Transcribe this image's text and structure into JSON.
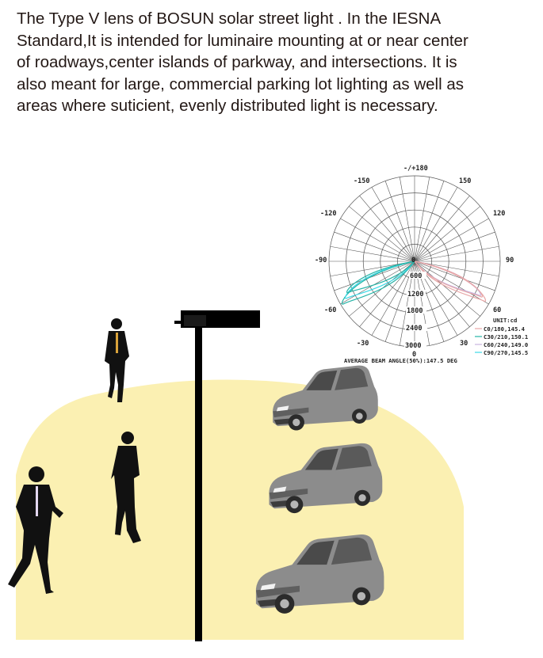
{
  "description": {
    "lines": [
      "The Type V lens of BOSUN solar  street light . In the IESNA",
      "Standard,It is intended for luminaire mounting at or near center",
      "of  roadways,center islands of parkway, and intersections. It is",
      "also meant  for large, commercial parking lot lighting as well as",
      "areas where suticient,  evenly distributed light is necessary."
    ]
  },
  "polar_chart": {
    "angle_labels": {
      "top": "-/+180",
      "n150": "-150",
      "p150": "150",
      "n120": "-120",
      "p120": "120",
      "n90": "-90",
      "p90": "90",
      "n60": "-60",
      "p60": "60",
      "n30": "-30",
      "p30": "30",
      "bottom": "0"
    },
    "radial_labels": [
      "0",
      "600",
      "1200",
      "1800",
      "2400",
      "3000"
    ],
    "unit": "UNIT:cd",
    "legend": [
      {
        "label": "C0/180,145.4",
        "color": "#e8a6a6"
      },
      {
        "label": "C30/210,150.1",
        "color": "#26b3a6"
      },
      {
        "label": "C60/240,149.0",
        "color": "#c7b3e0"
      },
      {
        "label": "C90/270,145.5",
        "color": "#3dd9e6"
      }
    ],
    "beam_angle": "AVERAGE BEAM ANGLE(50%):147.5 DEG"
  },
  "colors": {
    "light_pool": "#fbf0b2",
    "silhouette": "#111111",
    "car_body": "#8c8c8c",
    "text": "#231815"
  }
}
